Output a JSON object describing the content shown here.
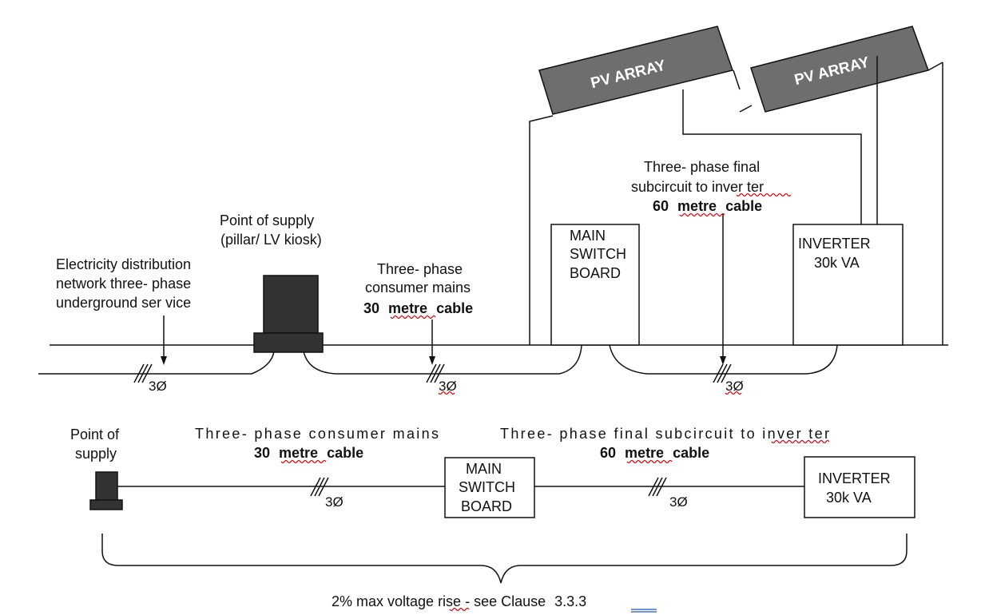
{
  "pv_arrays": [
    {
      "label": "PV ARRAY"
    },
    {
      "label": "PV ARRAY"
    }
  ],
  "upper_diagram": {
    "distribution_network": {
      "line1": "Electricity distribution",
      "line2": "network three- phase",
      "line3": "underground ser vice"
    },
    "point_of_supply": {
      "line1": "Point of supply",
      "line2": "(pillar/ LV kiosk)"
    },
    "consumer_mains": {
      "line1": "Three- phase",
      "line2": "consumer mains",
      "line3_num": "30",
      "line3_word1": "metre",
      "line3_word2": "cable"
    },
    "final_subcircuit": {
      "line1": "Three- phase final",
      "line2": "subcircuit to inver ter",
      "line3_num": "60",
      "line3_word1": "metre",
      "line3_word2": "cable"
    },
    "main_switch_board": {
      "line1": "MAIN",
      "line2": "SWITCH",
      "line3": "BOARD"
    },
    "inverter": {
      "line1": "INVERTER",
      "line2": "30k VA"
    },
    "phase_marks": [
      "3Ø",
      "3Ø",
      "3Ø"
    ]
  },
  "lower_diagram": {
    "point_of_supply": {
      "line1": "Point of",
      "line2": "supply"
    },
    "consumer_mains": {
      "line1": "Three- phase consumer mains",
      "line2_num": "30",
      "line2_word1": "metre",
      "line2_word2": "cable"
    },
    "final_subcircuit": {
      "line1": "Three- phase final subcircuit to inver ter",
      "line2_num": "60",
      "line2_word1": "metre",
      "line2_word2": "cable"
    },
    "main_switch_board": {
      "line1": "MAIN",
      "line2": "SWITCH",
      "line3": "BOARD"
    },
    "inverter": {
      "line1": "INVERTER",
      "line2": "30k VA"
    },
    "phase_marks": [
      "3Ø",
      "3Ø"
    ]
  },
  "footnote": {
    "text": "2% max voltage rise - see Clause",
    "clause": "3.3.3"
  },
  "colors": {
    "line": "#111111",
    "pv_fill": "#6e6e6e",
    "device_fill": "#333333",
    "spellcheck_underline": "#d40000",
    "reference_underline": "#2255cc"
  }
}
